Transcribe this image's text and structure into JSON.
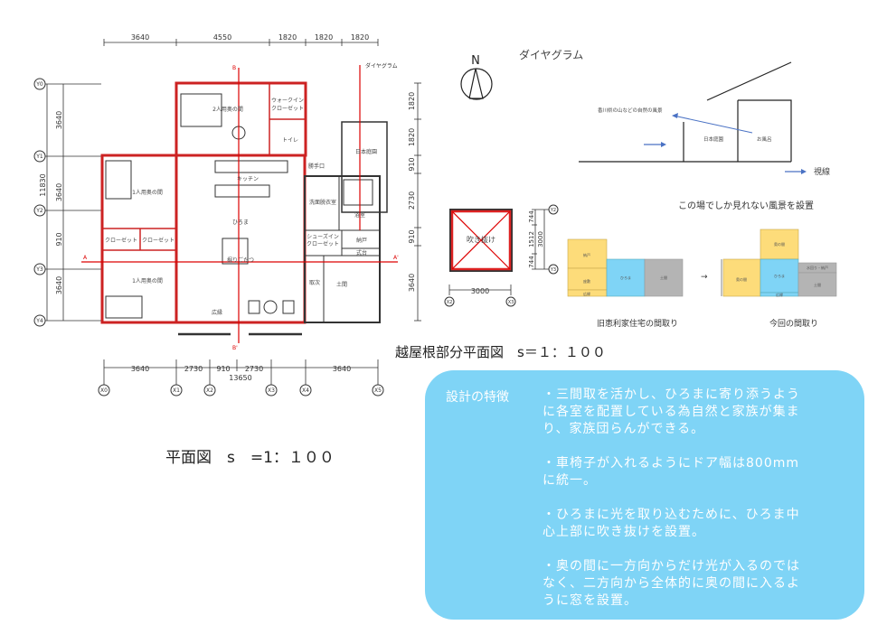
{
  "floor_plan": {
    "caption": "平面図　s　=1：１００",
    "top_dims": [
      "3640",
      "4550",
      "1820",
      "1820",
      "1820"
    ],
    "right_dims": [
      "1820",
      "1820",
      "910",
      "2730",
      "910",
      "3640"
    ],
    "left_dims": [
      "3640",
      "11830",
      "3640",
      "910",
      "3640"
    ],
    "bottom_dims": [
      "3640",
      "2730",
      "910",
      "2730",
      "3640"
    ],
    "bottom_total": "13650",
    "x_grid": [
      "X0",
      "X1",
      "X2",
      "X3",
      "X4",
      "X5"
    ],
    "y_grid": [
      "Y0",
      "Y1",
      "Y2",
      "Y3",
      "Y4"
    ],
    "section_labels": {
      "b": "B",
      "b2": "B'",
      "a": "A",
      "a2": "A'",
      "diagram": "ダイヤグラム"
    },
    "rooms": {
      "master_bedroom": "2人用奥の間",
      "walk_in_closet_1": "ウォークイン",
      "walk_in_closet_2": "クローゼット",
      "toilet": "トイレ",
      "kitchen": "キッチン",
      "bedroom_top": "1人用奥の間",
      "bedroom_bottom": "1人用奥の間",
      "closet_left": "クローゼット",
      "closet_right": "クローゼット",
      "hiroma": "ひろま",
      "kotatsu": "掘りごたつ",
      "engawa": "広縁",
      "service_entrance": "勝手口",
      "washroom": "洗面脱衣室",
      "bath": "浴室",
      "garden": "日本庭園",
      "shoe_closet_1": "シューズイン",
      "shoe_closet_2": "クローゼット",
      "storage": "納戸",
      "shikidai": "式台",
      "toritsugi": "取次",
      "doma": "土間"
    }
  },
  "north": "N",
  "diagram": {
    "title": "ダイヤグラム",
    "scenery": "香川県の山などの自然の風景",
    "garden": "日本庭園",
    "bath": "お風呂",
    "sightline": "視線"
  },
  "void_plan": {
    "label": "吹き抜け",
    "dims": [
      "744",
      "1512",
      "744"
    ],
    "total": "3000",
    "width": "3000",
    "grid": [
      "Y2",
      "Y3",
      "X2",
      "X3"
    ],
    "caption": "越屋根部分平面図　s＝１：１００"
  },
  "layout_compare": {
    "title": "この場でしか見れない風景を設置",
    "arrow": "→",
    "old": {
      "caption": "旧恵利家住宅の間取り",
      "rooms": [
        "納戸",
        "座敷",
        "広縁",
        "ひろま",
        "土間"
      ]
    },
    "new": {
      "caption": "今回の間取り",
      "rooms": [
        "奥の間",
        "奥の間",
        "ひろま",
        "広縁",
        "水回り・納戸",
        "土間"
      ]
    },
    "colors": {
      "yellow": "#fddc7a",
      "blue": "#7fd4f6",
      "gray": "#b4b4b4"
    }
  },
  "features": {
    "title": "設計の特徴",
    "items": [
      "・三間取を活かし、ひろまに寄り添うように各室を配置している為自然と家族が集まり、家族団らんができる。",
      "・車椅子が入れるようにドア幅は800mmに統一。",
      "・ひろまに光を取り込むために、ひろま中心上部に吹き抜けを設置。",
      "・奥の間に一方向からだけ光が入るのではなく、二方向から全体的に奥の間に入るように窓を設置。"
    ]
  }
}
